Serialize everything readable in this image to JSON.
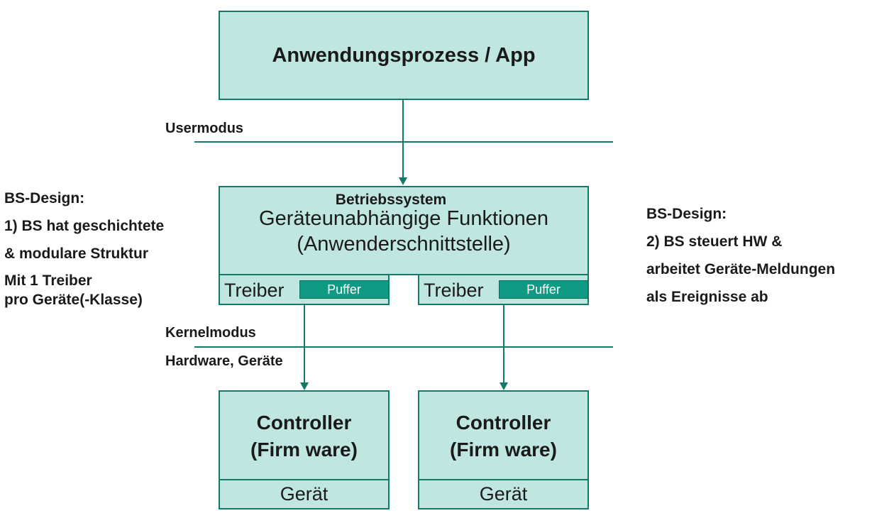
{
  "app_box": {
    "label": "Anwendungsprozess / App"
  },
  "zones": {
    "usermodus": "Usermodus",
    "kernelmodus": "Kernelmodus",
    "hardware": "Hardware, Geräte"
  },
  "os_box": {
    "title": "Betriebssystem",
    "line1": "Geräteunabhängige Funktionen",
    "line2": "(Anwenderschnittstelle)"
  },
  "drivers": [
    {
      "label": "Treiber",
      "buffer": "Puffer"
    },
    {
      "label": "Treiber",
      "buffer": "Puffer"
    }
  ],
  "controllers": [
    {
      "line1": "Controller",
      "line2": "(Firm ware)",
      "device": "Gerät"
    },
    {
      "line1": "Controller",
      "line2": "(Firm ware)",
      "device": "Gerät"
    }
  ],
  "left_notes": {
    "heading": "BS-Design:",
    "line1": "1) BS hat geschichtete",
    "line2": "& modulare Struktur",
    "line3": "Mit 1 Treiber",
    "line4": "pro Geräte(-Klasse)"
  },
  "right_notes": {
    "heading": "BS-Design:",
    "line1": "2) BS steuert HW &",
    "line2": "arbeitet Geräte-Meldungen",
    "line3": "als Ereignisse ab"
  },
  "colors": {
    "box_fill": "#bfe6e1",
    "stroke": "#137a6a",
    "buffer_fill": "#0f9a84"
  }
}
